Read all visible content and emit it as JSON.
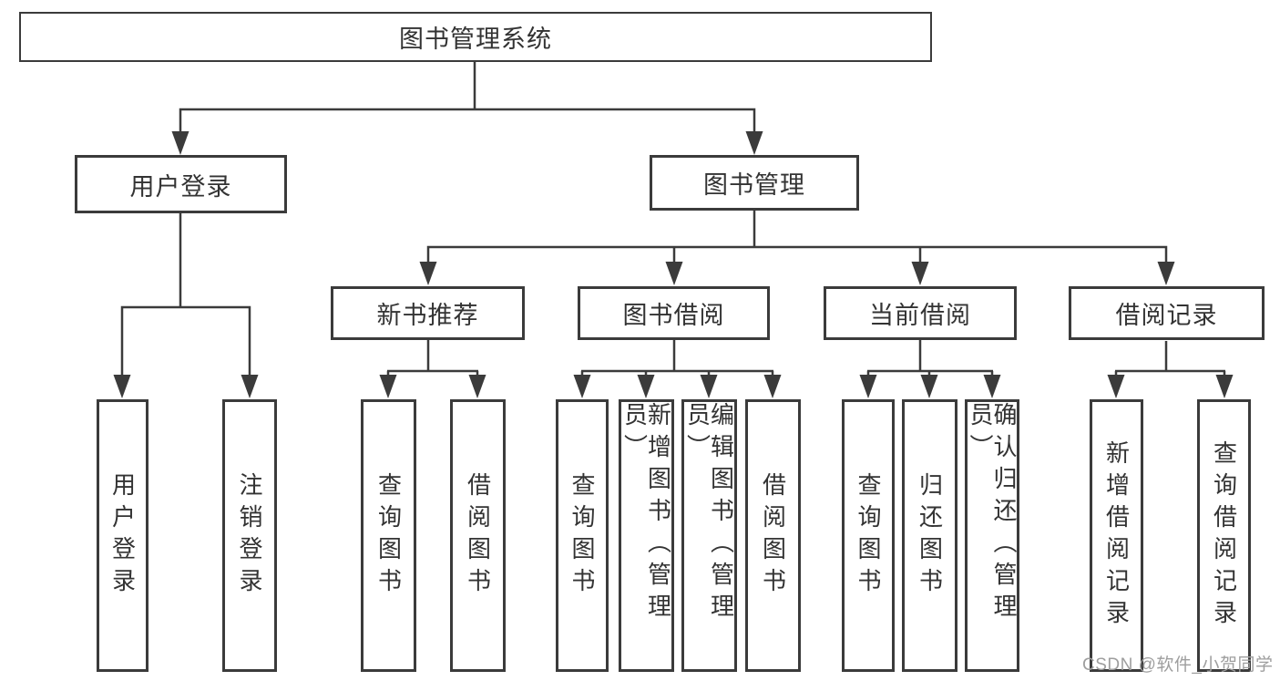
{
  "diagram": {
    "title": "图书管理系统",
    "nodes": {
      "root": "图书管理系统",
      "level2": {
        "user_login": "用户登录",
        "book_mgmt": "图书管理"
      },
      "level3": {
        "new_books": "新书推荐",
        "book_borrow": "图书借阅",
        "current_borrow": "当前借阅",
        "borrow_records": "借阅记录"
      },
      "leaves": {
        "user_login": "用户登录",
        "logout": "注销登录",
        "nb_query": "查询图书",
        "nb_borrow": "借阅图书",
        "bb_query": "查询图书",
        "bb_add": "新增图书（管理员）",
        "bb_edit": "编辑图书（管理员）",
        "bb_borrow": "借阅图书",
        "cb_query": "查询图书",
        "cb_return": "归还图书",
        "cb_confirm": "确认归还（管理员）",
        "br_add": "新增借阅记录",
        "br_query": "查询借阅记录"
      }
    },
    "edges": [
      [
        "root",
        "用户登录"
      ],
      [
        "root",
        "图书管理"
      ],
      [
        "用户登录",
        "用户登录"
      ],
      [
        "用户登录",
        "注销登录"
      ],
      [
        "图书管理",
        "新书推荐"
      ],
      [
        "图书管理",
        "图书借阅"
      ],
      [
        "图书管理",
        "当前借阅"
      ],
      [
        "图书管理",
        "借阅记录"
      ],
      [
        "新书推荐",
        "查询图书"
      ],
      [
        "新书推荐",
        "借阅图书"
      ],
      [
        "图书借阅",
        "查询图书"
      ],
      [
        "图书借阅",
        "新增图书（管理员）"
      ],
      [
        "图书借阅",
        "编辑图书（管理员）"
      ],
      [
        "图书借阅",
        "借阅图书"
      ],
      [
        "当前借阅",
        "查询图书"
      ],
      [
        "当前借阅",
        "归还图书"
      ],
      [
        "当前借阅",
        "确认归还（管理员）"
      ],
      [
        "借阅记录",
        "新增借阅记录"
      ],
      [
        "借阅记录",
        "查询借阅记录"
      ]
    ],
    "colors": {
      "line": "#3b3b3b",
      "text": "#333333",
      "box_background": "#ffffff",
      "watermark": "#9e9e9e"
    }
  },
  "watermark": "CSDN @软件_小贺同学"
}
